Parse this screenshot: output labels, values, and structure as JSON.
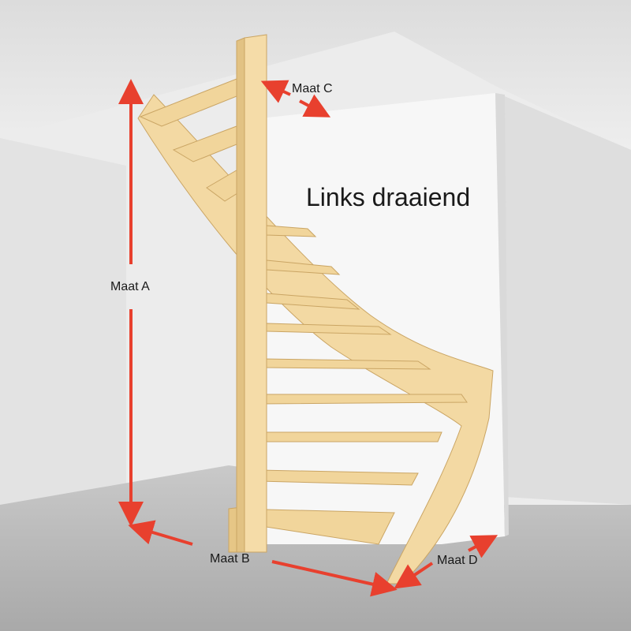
{
  "title": "Links draaiend",
  "dimensions": {
    "a": "Maat A",
    "b": "Maat B",
    "c": "Maat C",
    "d": "Maat D"
  },
  "colors": {
    "arrow": "#e8402e",
    "wood": "#f3d9a3",
    "wood_shade": "#e2c283",
    "wall": "#f5f5f5",
    "floor": "#bdbdbd"
  }
}
